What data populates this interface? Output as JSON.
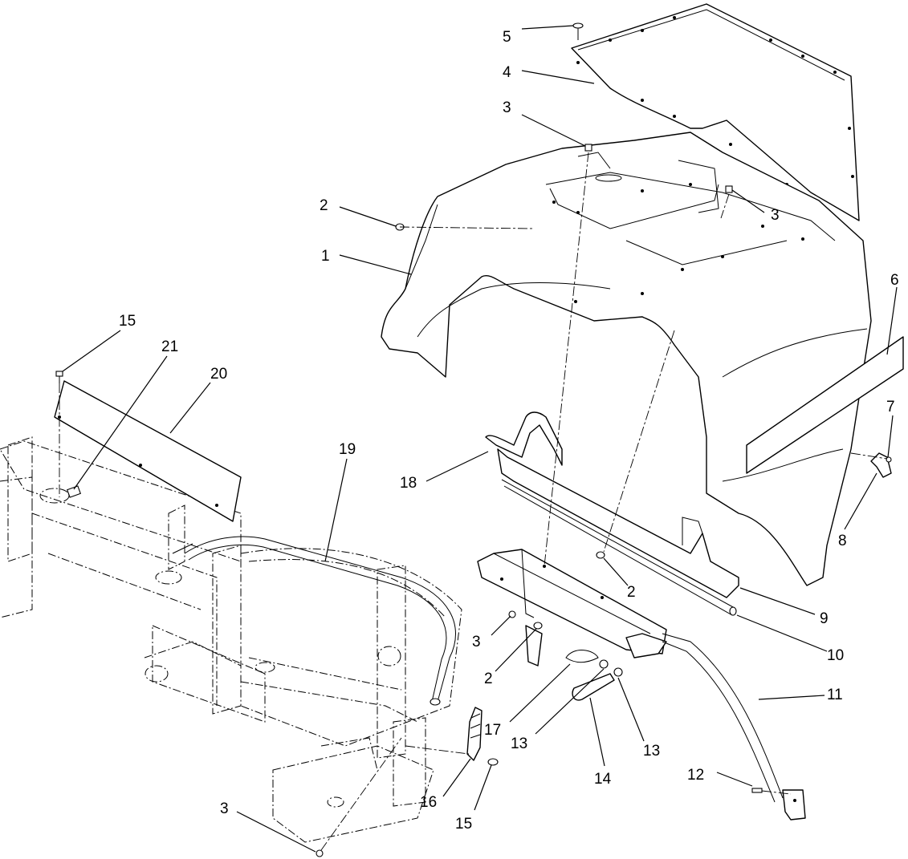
{
  "diagram": {
    "callouts": [
      {
        "id": "c5",
        "text": "5"
      },
      {
        "id": "c4",
        "text": "4"
      },
      {
        "id": "c3a",
        "text": "3"
      },
      {
        "id": "c2a",
        "text": "2"
      },
      {
        "id": "c3b",
        "text": "3"
      },
      {
        "id": "c1",
        "text": "1"
      },
      {
        "id": "c6",
        "text": "6"
      },
      {
        "id": "c15a",
        "text": "15"
      },
      {
        "id": "c21",
        "text": "21"
      },
      {
        "id": "c20",
        "text": "20"
      },
      {
        "id": "c7",
        "text": "7"
      },
      {
        "id": "c19",
        "text": "19"
      },
      {
        "id": "c18",
        "text": "18"
      },
      {
        "id": "c8",
        "text": "8"
      },
      {
        "id": "c2b",
        "text": "2"
      },
      {
        "id": "c9",
        "text": "9"
      },
      {
        "id": "c3c",
        "text": "3"
      },
      {
        "id": "c10",
        "text": "10"
      },
      {
        "id": "c2c",
        "text": "2"
      },
      {
        "id": "c11",
        "text": "11"
      },
      {
        "id": "c17",
        "text": "17"
      },
      {
        "id": "c13a",
        "text": "13"
      },
      {
        "id": "c13b",
        "text": "13"
      },
      {
        "id": "c14",
        "text": "14"
      },
      {
        "id": "c12",
        "text": "12"
      },
      {
        "id": "c16",
        "text": "16"
      },
      {
        "id": "c15b",
        "text": "15"
      },
      {
        "id": "c3d",
        "text": "3"
      }
    ]
  }
}
